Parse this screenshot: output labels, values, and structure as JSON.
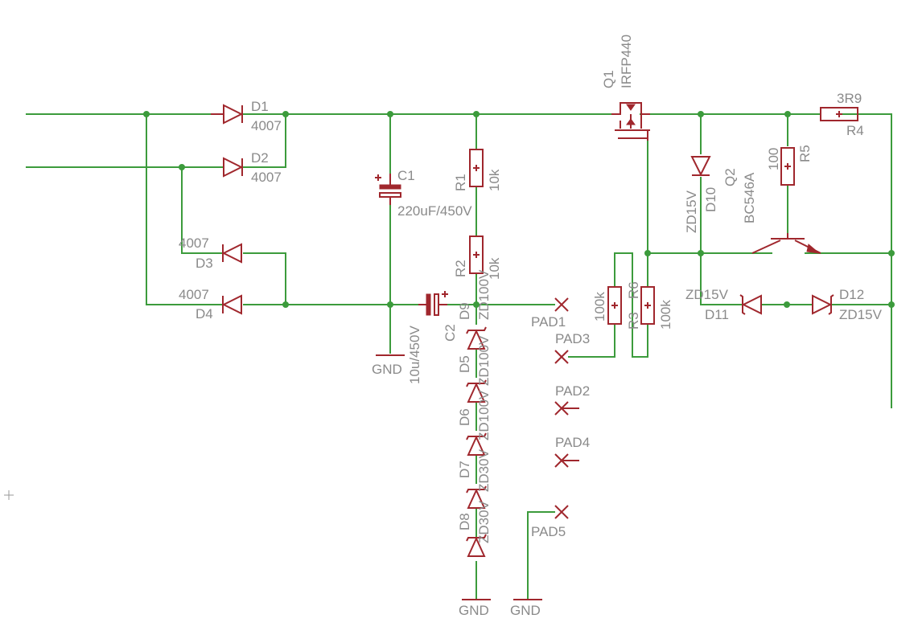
{
  "diagram": {
    "labels": {
      "D1": "D1",
      "D1_val": "4007",
      "D2": "D2",
      "D2_val": "4007",
      "D3": "D3",
      "D3_val": "4007",
      "D4": "D4",
      "D4_val": "4007",
      "C1": "C1",
      "C1_val": "220uF/450V",
      "C2": "C2",
      "C2_val": "10u/450V",
      "R1": "R1",
      "R1_val": "10k",
      "R2": "R2",
      "R2_val": "10k",
      "R3": "R3",
      "R3_val": "100k",
      "R4": "R4",
      "R4_val": "3R9",
      "R5": "R5",
      "R5_val": "100",
      "R6": "R6",
      "R6_val": "100k",
      "Q1": "Q1",
      "Q1_val": "IRFP440",
      "Q2": "Q2",
      "Q2_val": "BC546A",
      "D5": "D5",
      "D5_val": "ZD100V",
      "D6": "D6",
      "D6_val": "ZD100V",
      "D7": "D7",
      "D7_val": "ZD30V",
      "D8": "D8",
      "D8_val": "ZD30V",
      "D9": "D9",
      "D9_val": "ZD100V",
      "D10": "D10",
      "D10_val": "ZD15V",
      "D11": "D11",
      "D11_val": "ZD15V",
      "D12": "D12",
      "D12_val": "ZD15V",
      "PAD1": "PAD1",
      "PAD2": "PAD2",
      "PAD3": "PAD3",
      "PAD4": "PAD4",
      "PAD5": "PAD5",
      "GND1": "GND",
      "GND2": "GND",
      "GND3": "GND"
    }
  }
}
